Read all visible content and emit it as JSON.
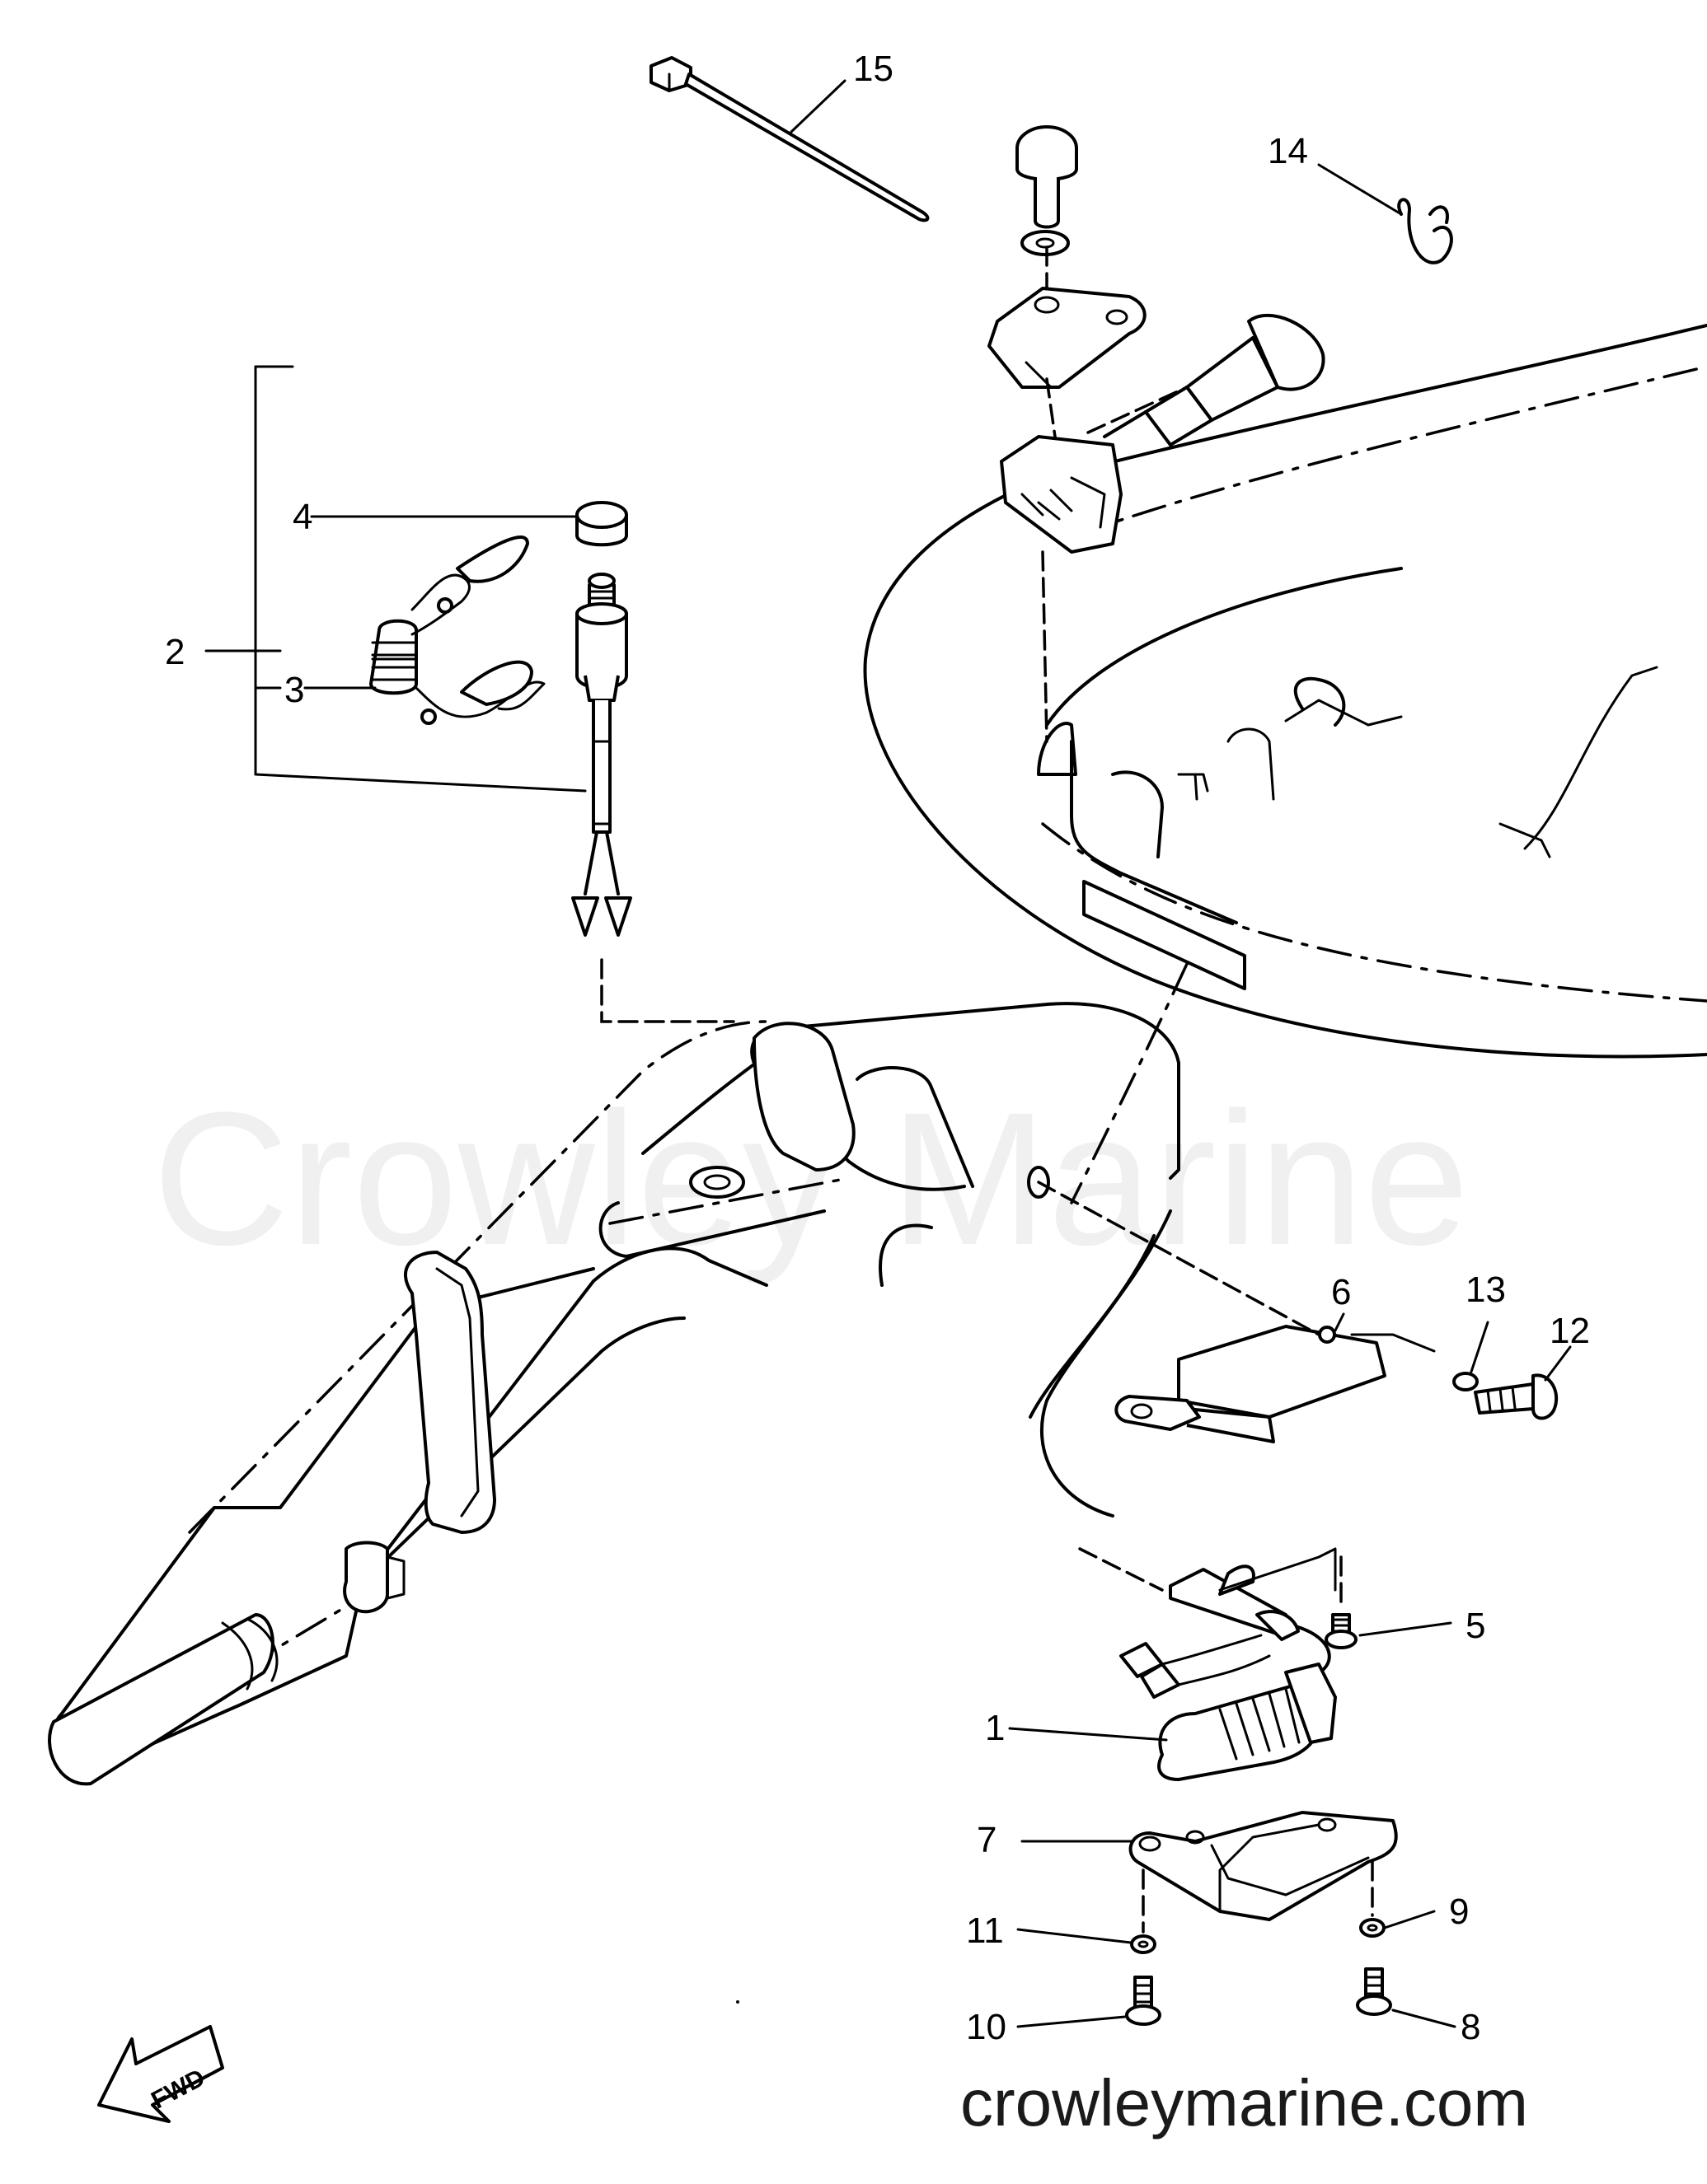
{
  "watermark": "Crowley Marine",
  "website": "crowleymarine.com",
  "direction_label": "FWD",
  "callouts": {
    "c1": "1",
    "c2": "2",
    "c3": "3",
    "c4": "4",
    "c5": "5",
    "c6": "6",
    "c7": "7",
    "c8": "8",
    "c9": "9",
    "c10": "10",
    "c11": "11",
    "c12": "12",
    "c13": "13",
    "c14": "14",
    "c15": "15"
  }
}
